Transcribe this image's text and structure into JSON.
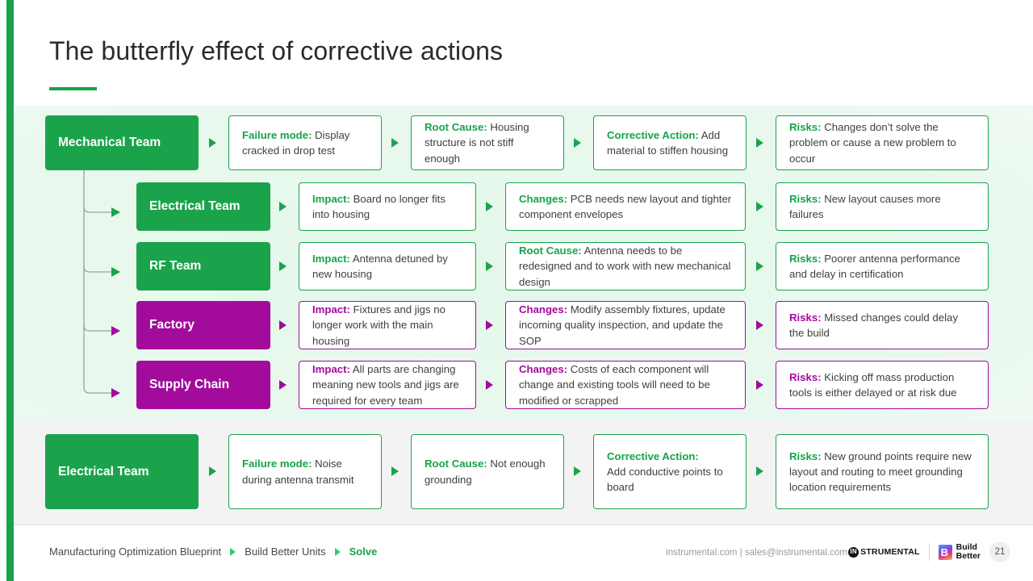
{
  "slide": {
    "title": "The butterfly effect of corrective actions",
    "accent_green": "#1BA34C",
    "accent_purple": "#A30B9C"
  },
  "flow": {
    "rows": [
      {
        "team": "Mechanical Team",
        "color": "green",
        "cells": [
          {
            "label": "Failure mode:",
            "text": "Display cracked in drop test"
          },
          {
            "label": "Root Cause:",
            "text": "Housing structure is not stiff enough"
          },
          {
            "label": "Corrective Action:",
            "text": "Add material to stiffen housing"
          },
          {
            "label": "Risks:",
            "text": "Changes don’t solve the problem or cause a new problem to occur"
          }
        ]
      },
      {
        "team": "Electrical Team",
        "color": "green",
        "cells": [
          {
            "label": "Impact:",
            "text": "Board no longer fits into housing"
          },
          {
            "label": "Changes:",
            "text": "PCB needs new layout and tighter component envelopes"
          },
          {
            "label": "Risks:",
            "text": "New layout causes more failures"
          }
        ]
      },
      {
        "team": "RF Team",
        "color": "green",
        "cells": [
          {
            "label": "Impact:",
            "text": "Antenna detuned by new housing"
          },
          {
            "label": "Root Cause:",
            "text": "Antenna needs to be redesigned and to work with new mechanical design"
          },
          {
            "label": "Risks:",
            "text": "Poorer antenna performance and delay in certification"
          }
        ]
      },
      {
        "team": "Factory",
        "color": "purple",
        "cells": [
          {
            "label": "Impact:",
            "text": "Fixtures and jigs no longer work with the main housing"
          },
          {
            "label": "Changes:",
            "text": " Modify assembly fixtures, update incoming quality inspection, and update the SOP"
          },
          {
            "label": "Risks:",
            "text": "Missed changes could delay the build"
          }
        ]
      },
      {
        "team": "Supply Chain",
        "color": "purple",
        "cells": [
          {
            "label": "Impact:",
            "text": "All parts are changing meaning new tools and jigs are required for every team"
          },
          {
            "label": "Changes:",
            "text": " Costs of each component will change and existing tools will need to be modified or scrapped"
          },
          {
            "label": "Risks:",
            "text": "Kicking off mass production tools is either delayed or at risk due"
          }
        ]
      },
      {
        "team": "Electrical Team",
        "color": "green",
        "cells": [
          {
            "label": "Failure mode:",
            "text": "Noise during antenna transmit"
          },
          {
            "label": "Root Cause:",
            "text": "Not enough grounding"
          },
          {
            "label": "Corrective Action:",
            "text": "Add conductive points to board"
          },
          {
            "label": "Risks:",
            "text": "New ground points require new layout and routing to meet grounding location requirements"
          }
        ]
      }
    ]
  },
  "footer": {
    "breadcrumbs": [
      {
        "label": "Manufacturing Optimization Blueprint",
        "active": false
      },
      {
        "label": "Build Better Units",
        "active": false
      },
      {
        "label": "Solve",
        "active": true
      }
    ],
    "contact": "instrumental.com  |  sales@instrumental.com",
    "logo_instrumental_mark": "IN",
    "logo_instrumental_word": "STRUMENTAL",
    "logo_buildbetter_mark": "B",
    "logo_buildbetter_line1": "Build",
    "logo_buildbetter_line2": "Better",
    "page_number": "21"
  }
}
